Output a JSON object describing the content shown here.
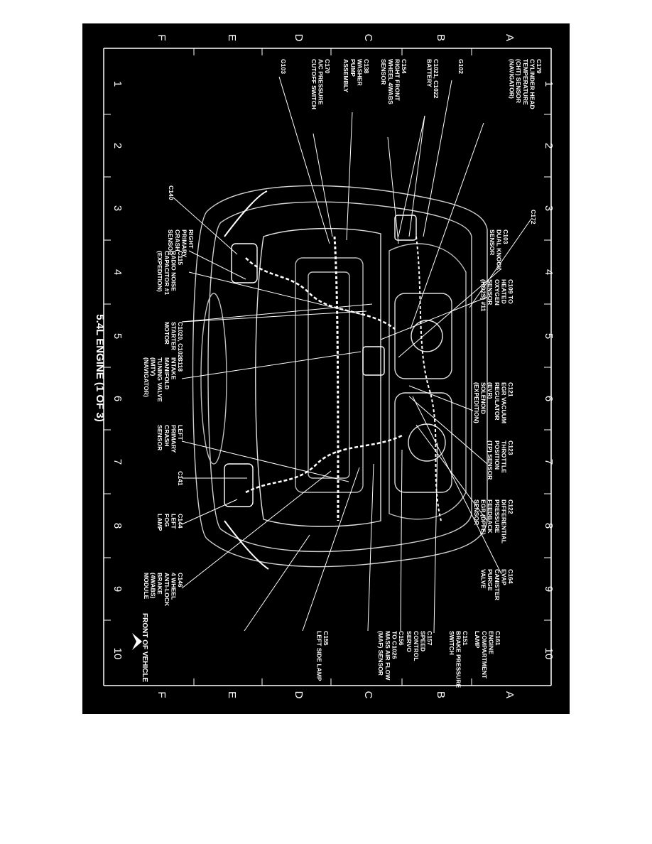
{
  "diagram": {
    "title": "5.4L ENGINE (1 OF 3)",
    "column_numbers": [
      "1",
      "2",
      "3",
      "4",
      "5",
      "6",
      "7",
      "8",
      "9",
      "10"
    ],
    "row_letters": [
      "A",
      "B",
      "C",
      "D",
      "E",
      "F"
    ],
    "front_label": "FRONT OF VEHICLE",
    "colors": {
      "background": "#000000",
      "ink": "#ffffff"
    },
    "callouts": [
      {
        "id": "c179",
        "lines": [
          "C179",
          "CYLINDER HEAD",
          "TEMPERATURE",
          "(CHT) SENSOR",
          "(NAVIGATOR)"
        ]
      },
      {
        "id": "g102",
        "lines": [
          "G102"
        ]
      },
      {
        "id": "c1021",
        "lines": [
          "C1021, C1022",
          "BATTERY"
        ]
      },
      {
        "id": "c154",
        "lines": [
          "C154",
          "RIGHT FRONT",
          "WHEEL 4WABS",
          "SENSOR"
        ]
      },
      {
        "id": "c138",
        "lines": [
          "C138",
          "WASHER",
          "PUMP",
          "ASSEMBLY"
        ]
      },
      {
        "id": "c170",
        "lines": [
          "C170",
          "A/C PRESSURE",
          "CUTOFF SWITCH"
        ]
      },
      {
        "id": "g103",
        "lines": [
          "G103"
        ]
      },
      {
        "id": "c140",
        "lines": [
          "C140"
        ]
      },
      {
        "id": "c172",
        "lines": [
          "C172"
        ]
      },
      {
        "id": "c103",
        "lines": [
          "C103",
          "DUAL KNOCK",
          "SENSOR"
        ]
      },
      {
        "id": "c15",
        "lines": [
          "RIGHT",
          "PRIMARY",
          "CRASH",
          "SENSOR"
        ]
      },
      {
        "id": "c115",
        "lines": [
          "C115",
          "RADIO NOISE",
          "CAPACITOR #1",
          "(EXPEDITION)"
        ]
      },
      {
        "id": "c109",
        "lines": [
          "C109 TO",
          "HEATED",
          "OXYGEN",
          "SENSOR",
          "(HO2S) #11"
        ]
      },
      {
        "id": "c1020",
        "lines": [
          "C1020, C1023",
          "STARTER",
          "MOTOR"
        ]
      },
      {
        "id": "c118",
        "lines": [
          "C118",
          "INTAKE",
          "MANIFOLD",
          "TUNING VALVE",
          "(IMTV)",
          "(NAVIGATOR)"
        ]
      },
      {
        "id": "c121",
        "lines": [
          "C121",
          "EGR VACUUM",
          "REGULATOR",
          "(EVR)",
          "SOLENOID",
          "(EXPEDITION)"
        ]
      },
      {
        "id": "lpcs",
        "lines": [
          "LEFT",
          "PRIMARY",
          "CRASH",
          "SENSOR"
        ]
      },
      {
        "id": "c123",
        "lines": [
          "C123",
          "THROTTLE",
          "POSITION",
          "(TP) SENSOR"
        ]
      },
      {
        "id": "c141",
        "lines": [
          "C141"
        ]
      },
      {
        "id": "c122",
        "lines": [
          "C122",
          "DIFFERENTIAL",
          "PRESSURE",
          "FEEDBACK",
          "EGR (DPFE)",
          "SENSOR"
        ]
      },
      {
        "id": "c144",
        "lines": [
          "C144",
          "LEFT",
          "FOG",
          "LAMP"
        ]
      },
      {
        "id": "c164",
        "lines": [
          "C164",
          "EVAP",
          "CANISTER",
          "PURGE",
          "VALVE"
        ]
      },
      {
        "id": "c146",
        "lines": [
          "C146",
          "4 WHEEL",
          "ANTI-LOCK",
          "BRAKE",
          "(4WABS)",
          "MODULE"
        ]
      },
      {
        "id": "c161",
        "lines": [
          "C161",
          "ENGINE",
          "COMPARTMENT",
          "LAMP"
        ]
      },
      {
        "id": "c151",
        "lines": [
          "C151",
          "BRAKE PRESSURE",
          "SWITCH"
        ]
      },
      {
        "id": "c157",
        "lines": [
          "C157",
          "SPEED",
          "CONTROL",
          "SERVO"
        ]
      },
      {
        "id": "c156",
        "lines": [
          "C156",
          "TO C1026",
          "MASS AIR FLOW",
          "(MAF) SENSOR"
        ]
      },
      {
        "id": "c155",
        "lines": [
          "C155",
          "LEFT SIDE LAMP"
        ]
      }
    ]
  }
}
